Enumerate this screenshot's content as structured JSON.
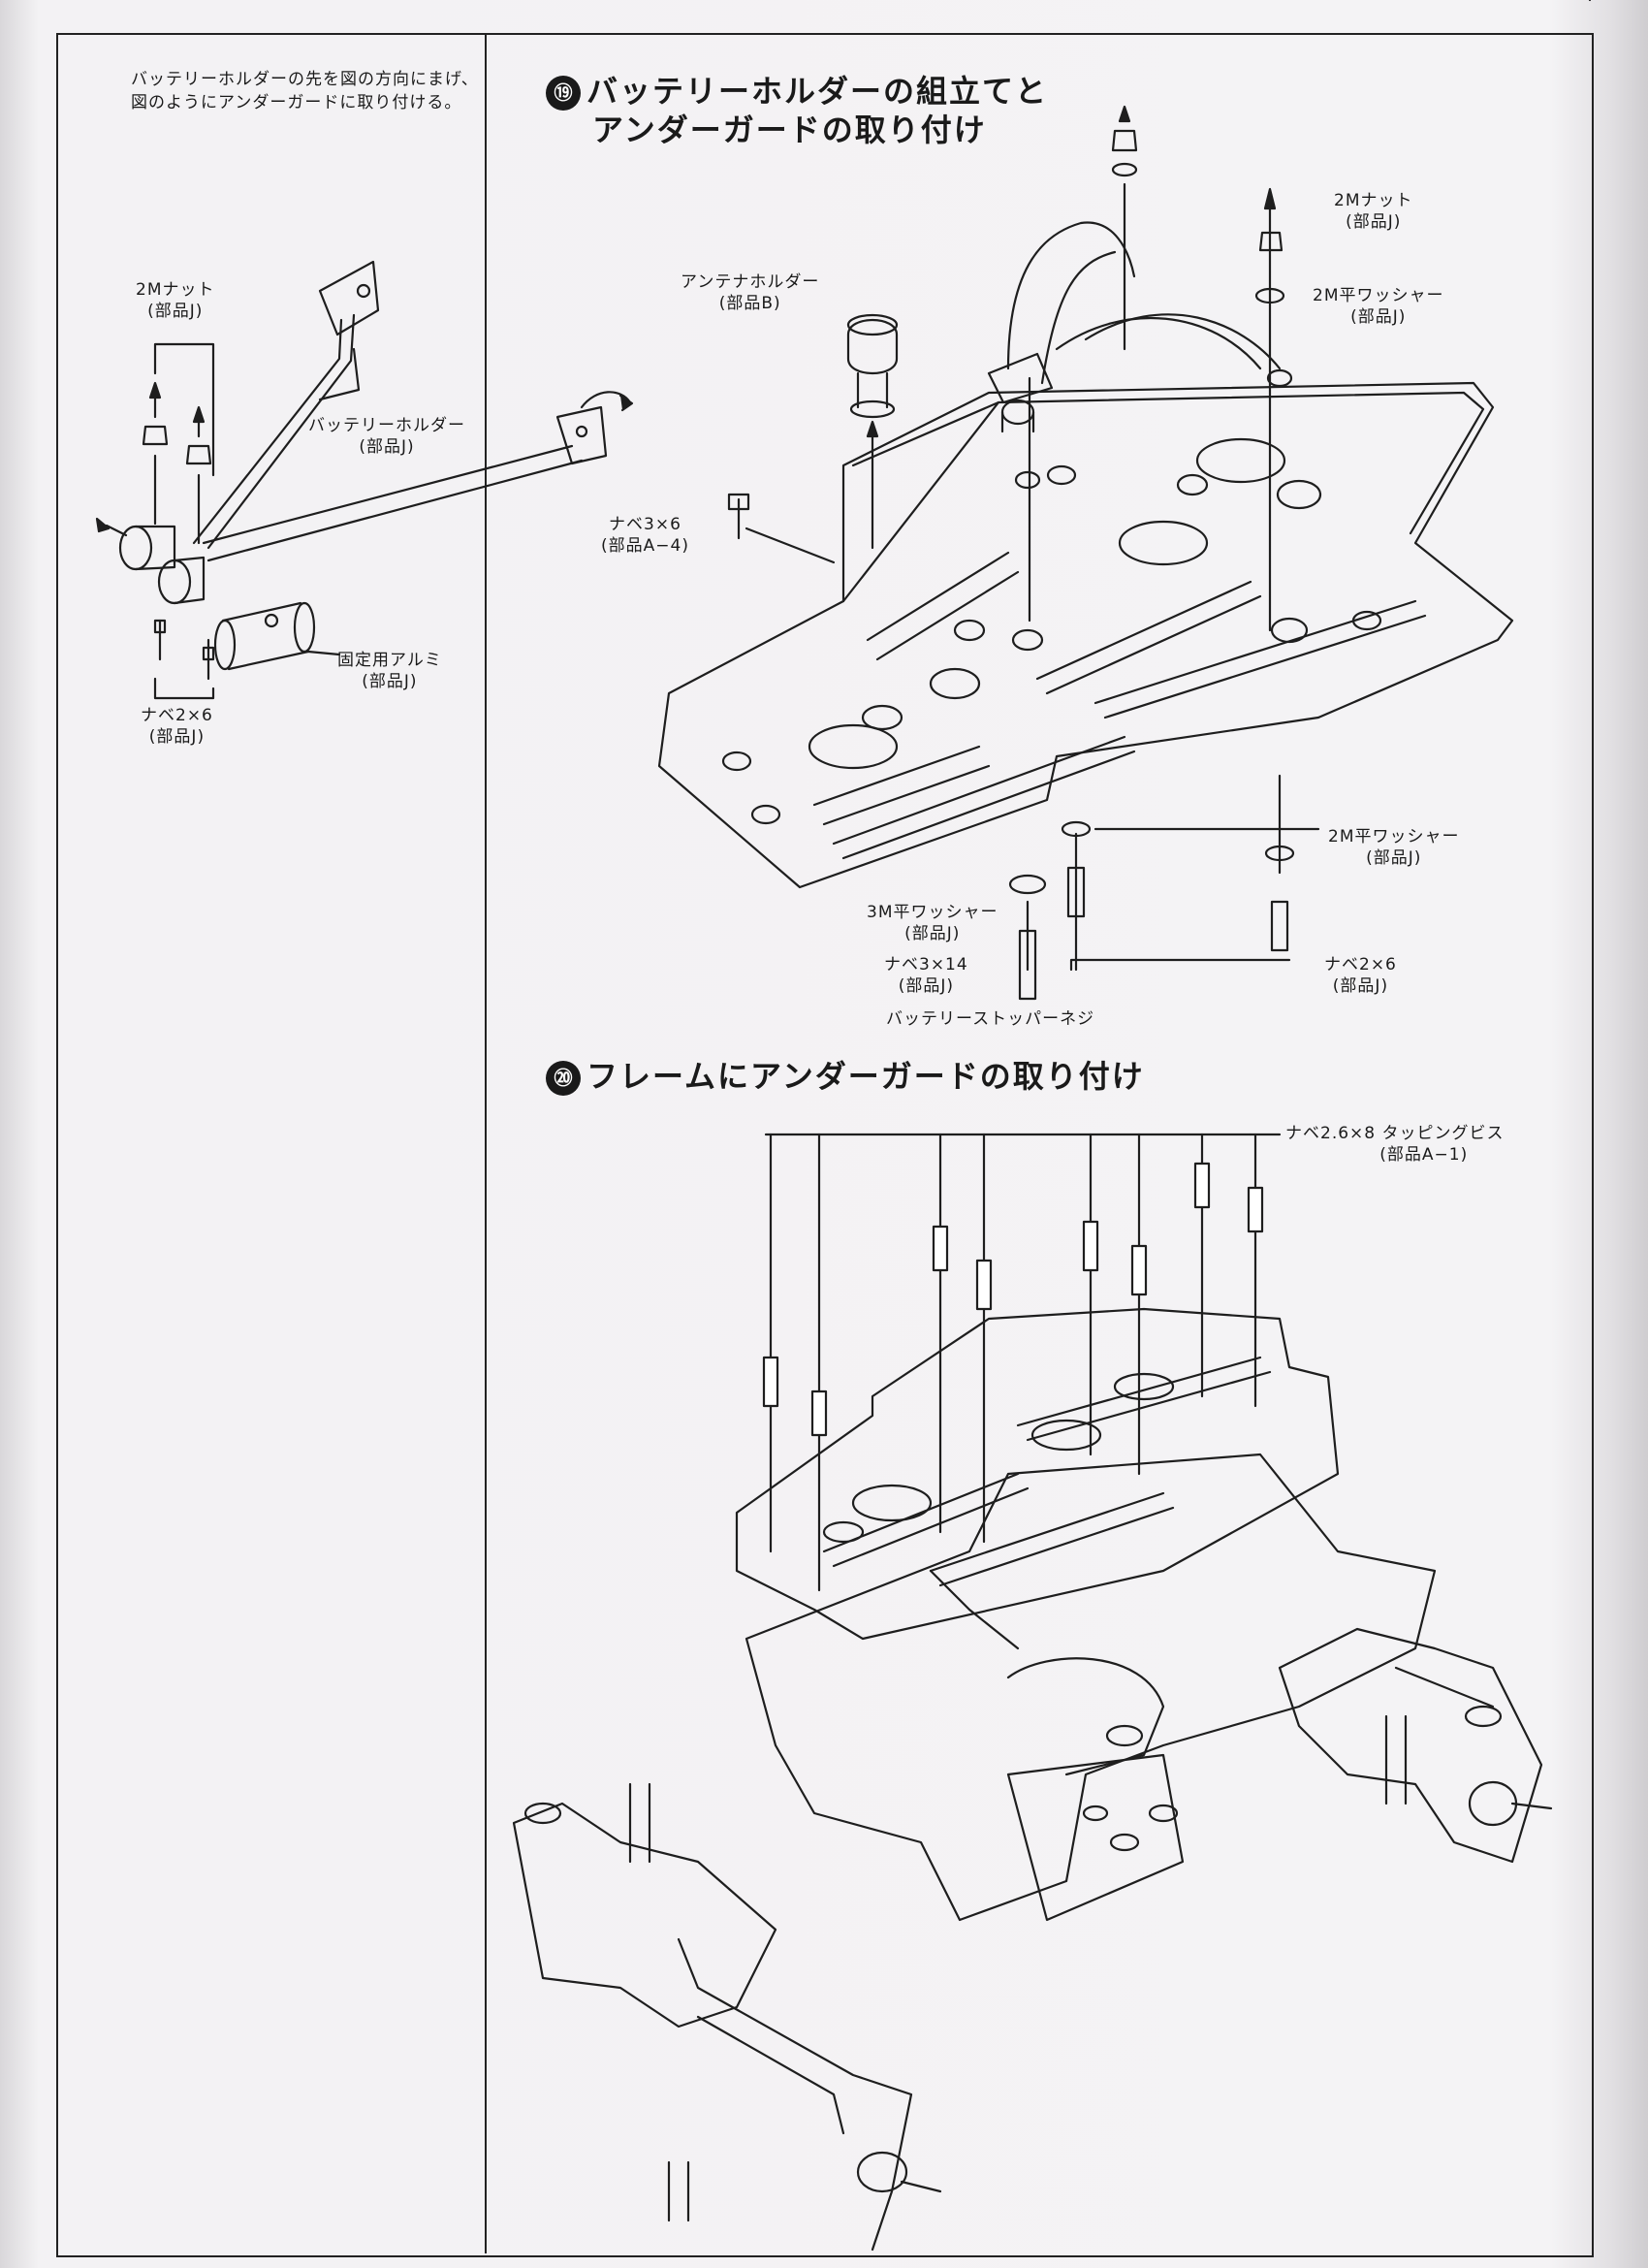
{
  "left_panel": {
    "note": "バッテリーホルダーの先を図の方向にまげ、図のようにアンダーガードに取り付ける。",
    "labels": {
      "nut": {
        "name": "2Mナット",
        "part": "(部品J)"
      },
      "holder": {
        "name": "バッテリーホルダー",
        "part": "(部品J)"
      },
      "alum": {
        "name": "固定用アルミ",
        "part": "(部品J)"
      },
      "screw": {
        "name": "ナベ2×6",
        "part": "(部品J)"
      }
    }
  },
  "step19": {
    "number": "⑲",
    "title_line1": "バッテリーホルダーの組立てと",
    "title_line2": "アンダーガードの取り付け",
    "labels": {
      "antenna": {
        "name": "アンテナホルダー",
        "part": "(部品B)"
      },
      "nut_top": {
        "name": "2Mナット",
        "part": "(部品J)"
      },
      "washer_top": {
        "name": "2M平ワッシャー",
        "part": "(部品J)"
      },
      "screw36": {
        "name": "ナベ3×6",
        "part": "(部品A−4)"
      },
      "washer_bottom": {
        "name": "2M平ワッシャー",
        "part": "(部品J)"
      },
      "washer3m": {
        "name": "3M平ワッシャー",
        "part": "(部品J)"
      },
      "screw314": {
        "name": "ナベ3×14",
        "part": "(部品J)"
      },
      "stopper": {
        "name": "バッテリーストッパーネジ"
      },
      "screw26": {
        "name": "ナベ2×6",
        "part": "(部品J)"
      }
    }
  },
  "step20": {
    "number": "⑳",
    "title": "フレームにアンダーガードの取り付け",
    "labels": {
      "tapping": {
        "name": "ナベ2.6×8 タッピングビス",
        "part": "(部品A−1)"
      }
    }
  }
}
